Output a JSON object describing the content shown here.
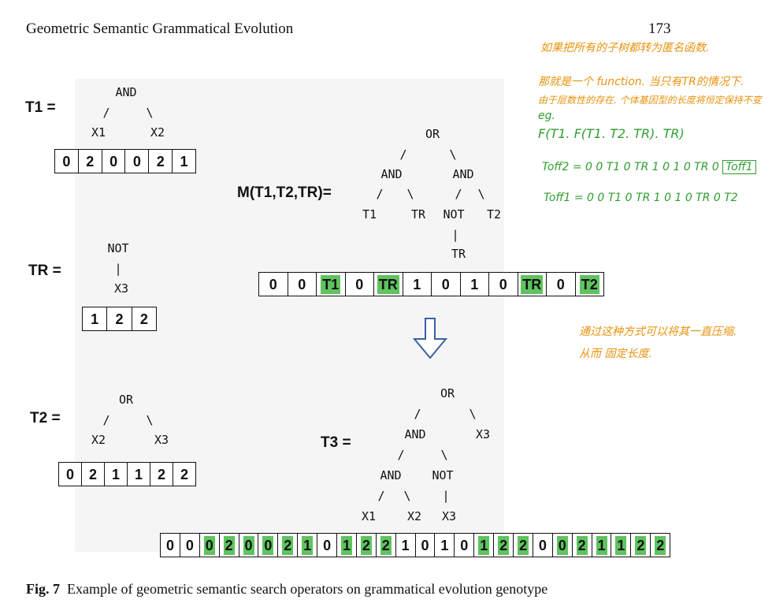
{
  "header": {
    "running_title": "Geometric Semantic Grammatical Evolution",
    "page_number": "173"
  },
  "labels": {
    "t1": "T1 =",
    "tr": "TR =",
    "t2": "T2 =",
    "m": "M(T1,T2,TR)=",
    "t3": "T3 ="
  },
  "trees": {
    "t1": {
      "root": "AND",
      "e1": "/",
      "e2": "\\",
      "left": "X1",
      "right": "X2"
    },
    "tr": {
      "root": "NOT",
      "bar": "|",
      "child": "X3"
    },
    "t2": {
      "root": "OR",
      "e1": "/",
      "e2": "\\",
      "left": "X2",
      "right": "X3"
    },
    "m": {
      "root": "OR",
      "e1": "/",
      "e2": "\\",
      "and1": "AND",
      "and2": "AND",
      "e3": "/",
      "e4": "\\",
      "e5": "/",
      "e6": "\\",
      "t1": "T1",
      "tr1": "TR",
      "not": "NOT",
      "t2": "T2",
      "bar": "|",
      "tr2": "TR"
    },
    "t3": {
      "root": "OR",
      "e1": "/",
      "e2": "\\",
      "and": "AND",
      "x3": "X3",
      "e3": "/",
      "e4": "\\",
      "and2": "AND",
      "not": "NOT",
      "e5": "/",
      "e6": "\\",
      "bar": "|",
      "x1": "X1",
      "x2": "X2",
      "x3b": "X3"
    }
  },
  "genotypes": {
    "t1": [
      {
        "v": "0"
      },
      {
        "v": "2"
      },
      {
        "v": "0"
      },
      {
        "v": "0"
      },
      {
        "v": "2"
      },
      {
        "v": "1"
      }
    ],
    "tr": [
      {
        "v": "1"
      },
      {
        "v": "2"
      },
      {
        "v": "2"
      }
    ],
    "t2": [
      {
        "v": "0"
      },
      {
        "v": "2"
      },
      {
        "v": "1"
      },
      {
        "v": "1"
      },
      {
        "v": "2"
      },
      {
        "v": "2"
      }
    ],
    "m": [
      {
        "v": "0"
      },
      {
        "v": "0"
      },
      {
        "v": "T1",
        "hl": true
      },
      {
        "v": "0"
      },
      {
        "v": "TR",
        "hl": true
      },
      {
        "v": "1"
      },
      {
        "v": "0"
      },
      {
        "v": "1"
      },
      {
        "v": "0"
      },
      {
        "v": "TR",
        "hl": true
      },
      {
        "v": "0"
      },
      {
        "v": "T2",
        "hl": true
      }
    ],
    "t3": [
      {
        "v": "0"
      },
      {
        "v": "0"
      },
      {
        "v": "0",
        "hl": true
      },
      {
        "v": "2",
        "hl": true
      },
      {
        "v": "0",
        "hl": true
      },
      {
        "v": "0",
        "hl": true
      },
      {
        "v": "2",
        "hl": true
      },
      {
        "v": "1",
        "hl": true
      },
      {
        "v": "0"
      },
      {
        "v": "1",
        "hl": true
      },
      {
        "v": "2",
        "hl": true
      },
      {
        "v": "2",
        "hl": true
      },
      {
        "v": "1"
      },
      {
        "v": "0"
      },
      {
        "v": "1"
      },
      {
        "v": "0"
      },
      {
        "v": "1",
        "hl": true
      },
      {
        "v": "2",
        "hl": true
      },
      {
        "v": "2",
        "hl": true
      },
      {
        "v": "0"
      },
      {
        "v": "0",
        "hl": true
      },
      {
        "v": "2",
        "hl": true
      },
      {
        "v": "1",
        "hl": true
      },
      {
        "v": "1",
        "hl": true
      },
      {
        "v": "2",
        "hl": true
      },
      {
        "v": "2",
        "hl": true
      }
    ]
  },
  "handwritten": {
    "line1": "如果把所有的子树都转为匿名函数.",
    "line2": "那就是一个 function. 当只有TR的情况下.",
    "line3": "由于层数性的存在. 个体基因型的长度将恒定保持不变",
    "line4": "eg.",
    "line5": "F(T1. F(T1. T2. TR). TR)",
    "line6a": "Toff2 = 0 0 T1 0 TR 1 0 1 0 TR 0",
    "line6b": "Toff1",
    "line7": "Toff1 = 0 0 T1 0 TR 1 0 1 0 TR 0 T2",
    "line8": "通过这种方式可以将其一直压缩.",
    "line9": "从而 固定长度."
  },
  "caption": {
    "label": "Fig. 7",
    "text": "Example of geometric semantic search operators on grammatical evolution genotype"
  },
  "colors": {
    "highlight": "#5fc35f",
    "arrow": "#3a5fa5",
    "note_orange": "#e8930e",
    "note_green": "#2f9e2f"
  }
}
